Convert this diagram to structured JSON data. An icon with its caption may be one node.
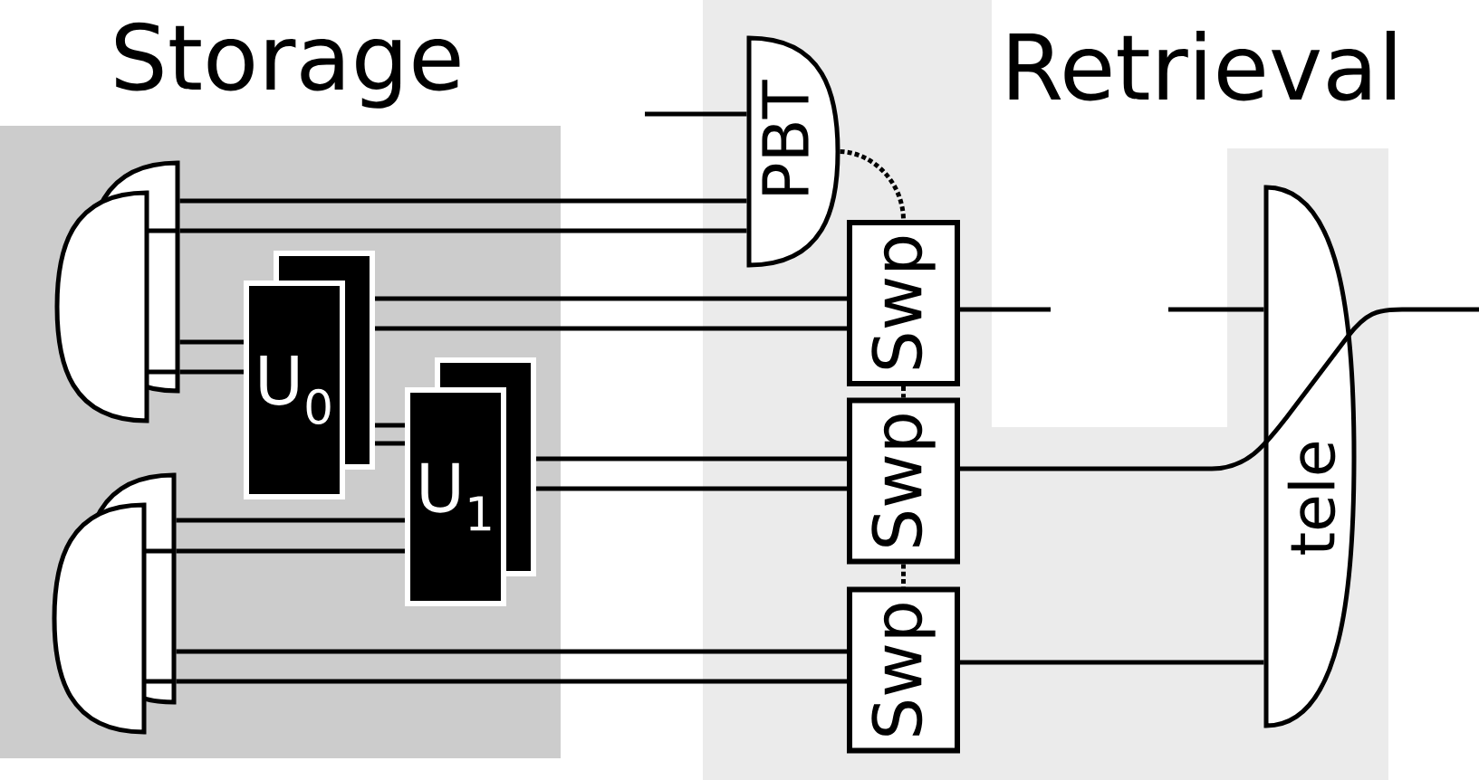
{
  "diagram": {
    "nodes": [
      {
        "text": [
          "Storage"
        ]
      },
      {
        "text": [],
        "shape": "semicircle",
        "in": 0
      },
      {
        "text": [
          "U$_{0}$"
        ],
        "in": 0
      },
      {
        "text": [
          "U$_{1}$"
        ],
        "in": 0
      },
      {
        "text": [],
        "shape": "semicircle",
        "in": 0
      },
      {
        "text": [
          "Retrieval"
        ]
      },
      {
        "text": [
          "PBT"
        ],
        "in": 5
      },
      {
        "text": [
          "Swp"
        ],
        "in": 5
      },
      {
        "text": [
          "Swp"
        ],
        "in": 5
      },
      {
        "text": [
          "Swp"
        ],
        "in": 5
      },
      {
        "text": [
          "tele"
        ],
        "in": 5
      }
    ],
    "edges": [
      {
        "from": null,
        "to": 6,
        "arrow": "none"
      },
      {
        "from": 1,
        "to": 6,
        "arrow": "none"
      },
      {
        "from": 1,
        "to": 6,
        "arrow": "none"
      },
      {
        "from": 1,
        "to": 2,
        "arrow": "none"
      },
      {
        "from": 1,
        "to": 2,
        "arrow": "none"
      },
      {
        "from": 2,
        "to": 7,
        "arrow": "none"
      },
      {
        "from": 2,
        "to": 7,
        "arrow": "none"
      },
      {
        "from": 2,
        "to": 3,
        "arrow": "none"
      },
      {
        "from": 2,
        "to": 3,
        "arrow": "none"
      },
      {
        "from": 4,
        "to": 3,
        "arrow": "none"
      },
      {
        "from": 4,
        "to": 3,
        "arrow": "none"
      },
      {
        "from": 3,
        "to": 8,
        "arrow": "none"
      },
      {
        "from": 3,
        "to": 8,
        "arrow": "none"
      },
      {
        "from": 4,
        "to": 9,
        "arrow": "none"
      },
      {
        "from": 4,
        "to": 9,
        "arrow": "none"
      },
      {
        "from": 6,
        "to": 7,
        "arrow": "none",
        "style": "dashed"
      },
      {
        "from": 7,
        "to": 8,
        "arrow": "none",
        "style": "dashed"
      },
      {
        "from": 8,
        "to": 9,
        "arrow": "none",
        "style": "dashed"
      },
      {
        "from": 7,
        "to": null,
        "arrow": "none"
      },
      {
        "from": null,
        "to": 10,
        "arrow": "none"
      },
      {
        "from": 8,
        "to": null,
        "arrow": "none"
      },
      {
        "from": 9,
        "to": 10,
        "arrow": "none"
      }
    ]
  }
}
